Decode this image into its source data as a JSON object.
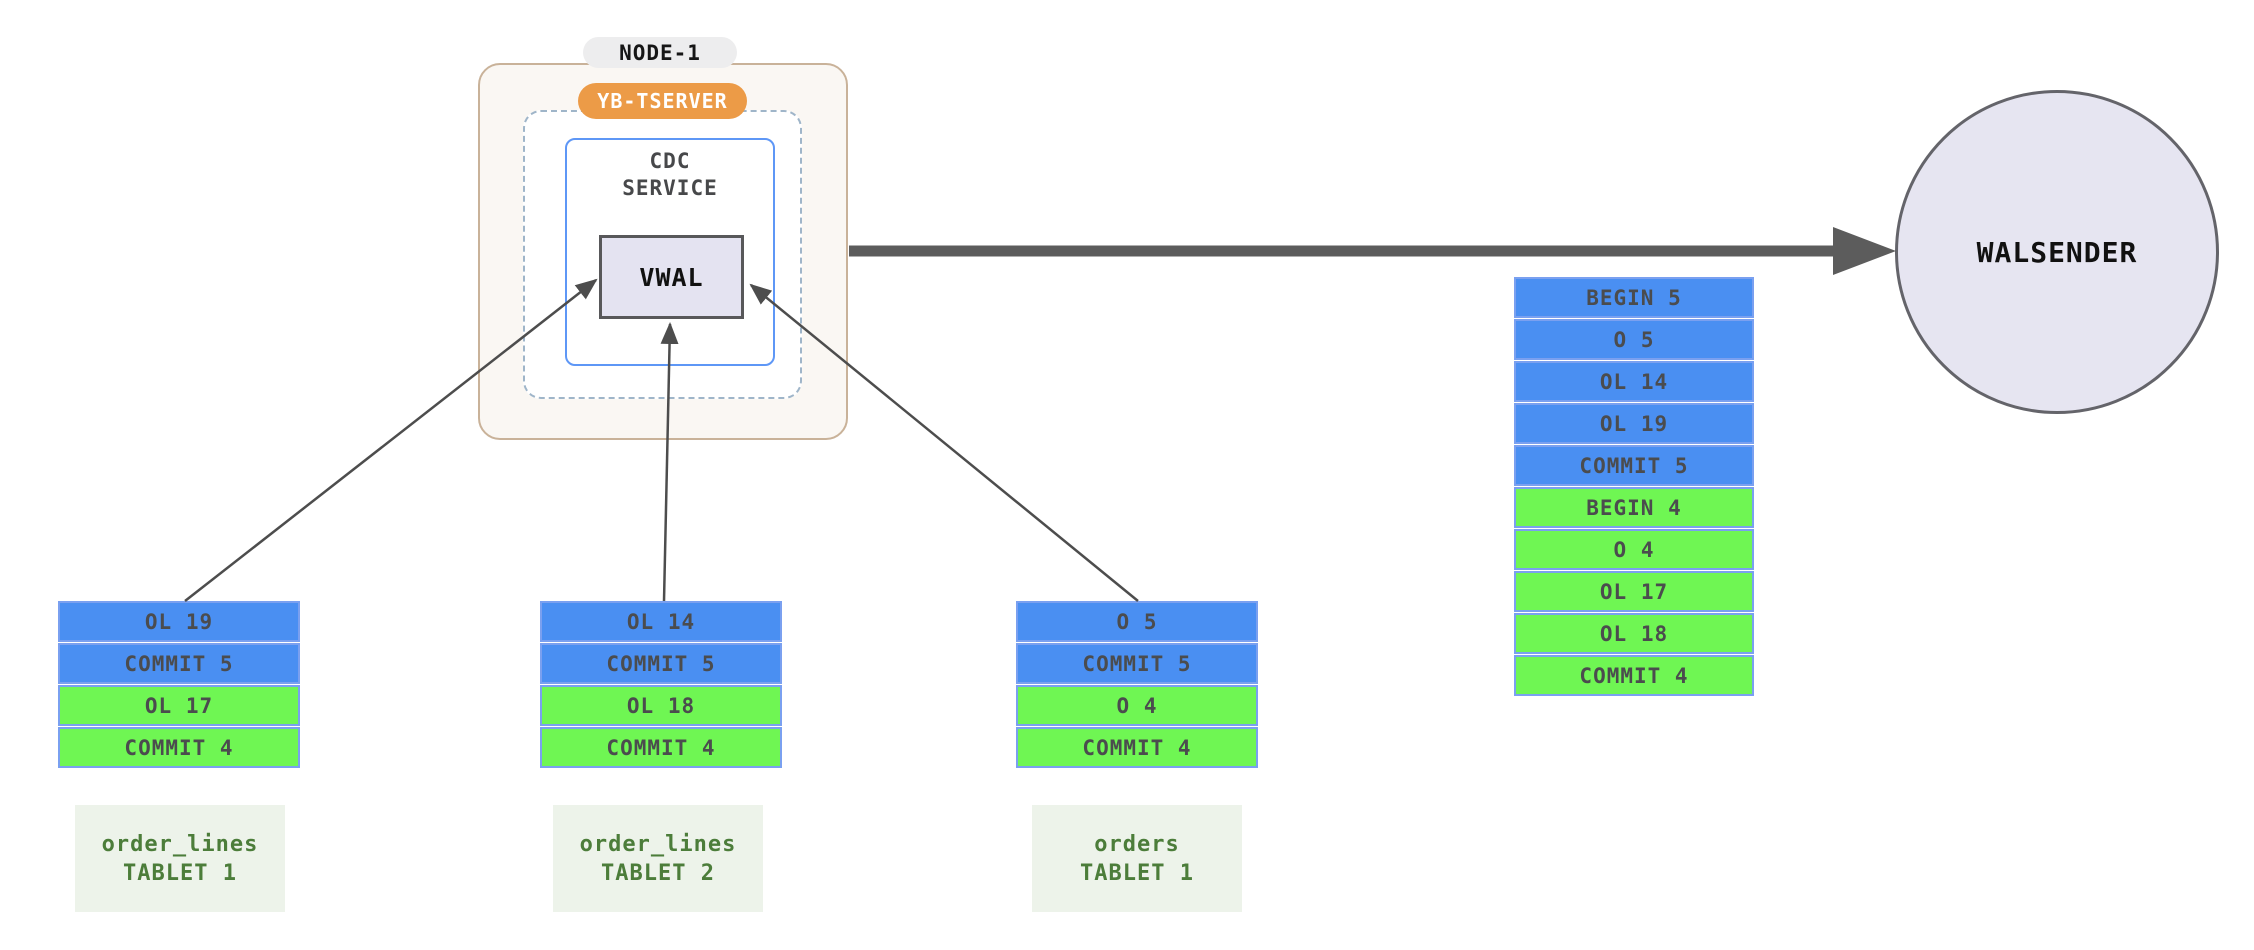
{
  "node": {
    "title": "NODE-1",
    "tserver_badge": "YB-TSERVER",
    "cdc_service": {
      "line1": "CDC",
      "line2": "SERVICE"
    },
    "vwal_label": "VWAL"
  },
  "walsender_label": "WALSENDER",
  "merged_stream": {
    "rows": [
      {
        "label": "BEGIN 5",
        "color": "blue"
      },
      {
        "label": "O 5",
        "color": "blue"
      },
      {
        "label": "OL 14",
        "color": "blue"
      },
      {
        "label": "OL 19",
        "color": "blue"
      },
      {
        "label": "COMMIT 5",
        "color": "blue"
      },
      {
        "label": "BEGIN 4",
        "color": "green"
      },
      {
        "label": "O 4",
        "color": "green"
      },
      {
        "label": "OL 17",
        "color": "green"
      },
      {
        "label": "OL 18",
        "color": "green"
      },
      {
        "label": "COMMIT 4",
        "color": "green"
      }
    ]
  },
  "tablets": [
    {
      "label_line1": "order_lines",
      "label_line2": "TABLET 1",
      "rows": [
        {
          "label": "OL 19",
          "color": "blue"
        },
        {
          "label": "COMMIT 5",
          "color": "blue"
        },
        {
          "label": "OL 17",
          "color": "green"
        },
        {
          "label": "COMMIT 4",
          "color": "green"
        }
      ]
    },
    {
      "label_line1": "order_lines",
      "label_line2": "TABLET 2",
      "rows": [
        {
          "label": "OL 14",
          "color": "blue"
        },
        {
          "label": "COMMIT 5",
          "color": "blue"
        },
        {
          "label": "OL 18",
          "color": "green"
        },
        {
          "label": "COMMIT 4",
          "color": "green"
        }
      ]
    },
    {
      "label_line1": "orders",
      "label_line2": "TABLET 1",
      "rows": [
        {
          "label": "O 5",
          "color": "blue"
        },
        {
          "label": "COMMIT 5",
          "color": "blue"
        },
        {
          "label": "O 4",
          "color": "green"
        },
        {
          "label": "COMMIT 4",
          "color": "green"
        }
      ]
    }
  ],
  "colors": {
    "blue_cell": "#4a8ff2",
    "green_cell": "#6ff653",
    "cell_border": "#7aa0f0",
    "orange_badge": "#ec9b47",
    "node_border": "#c9b299",
    "node_fill": "#faf7f3",
    "dashed_border": "#9fb5c9",
    "cdc_border": "#5e97f6",
    "vwal_fill": "#e4e3f1",
    "walsender_fill": "#e6e5f1",
    "arrow": "#5c5c5c",
    "thin_arrow": "#4d4d4d",
    "tablet_label_bg": "#edf3ea",
    "tablet_label_text": "#4c7d3a"
  }
}
